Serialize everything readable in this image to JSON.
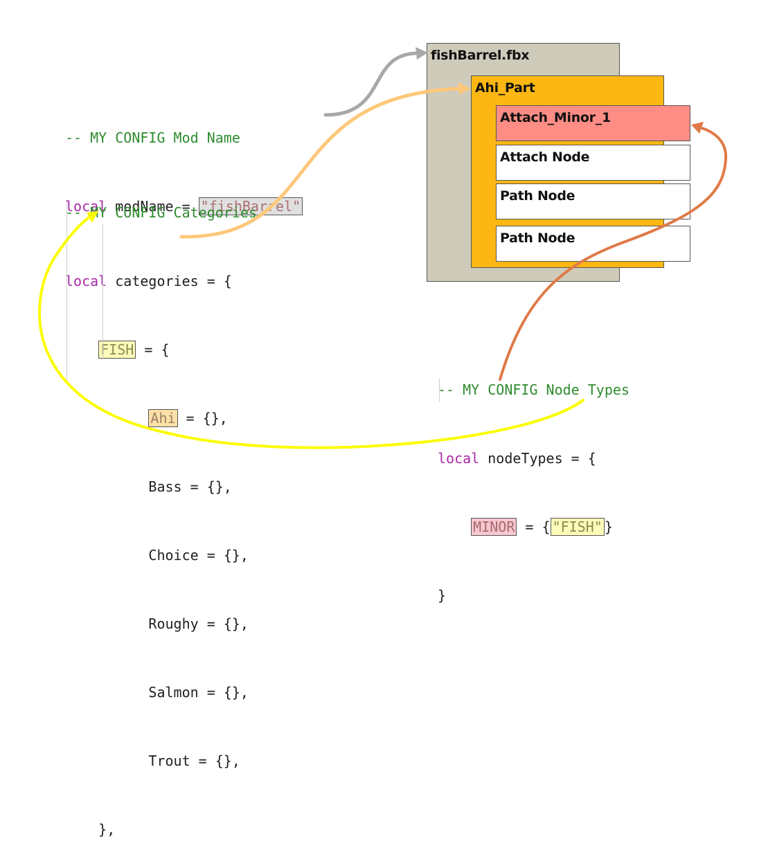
{
  "config_mod_name": {
    "comment": "-- MY CONFIG Mod Name",
    "keyword": "local",
    "rest": " modName = ",
    "value": "\"fishBarrel\""
  },
  "config_categories": {
    "comment": "-- MY CONFIG Categories",
    "keyword": "local",
    "rest": " categories = {",
    "fish_key": "FISH",
    "fish_rest": " = {",
    "ahi_key": "Ahi",
    "ahi_rest": " = {},",
    "items": [
      "Bass = {},",
      "Choice = {},",
      "Roughy = {},",
      "Salmon = {},",
      "Trout = {},"
    ],
    "close_inner": "},"
  },
  "config_node_types": {
    "comment": "-- MY CONFIG Node Types",
    "keyword": "local",
    "rest": " nodeTypes = {",
    "minor_key": "MINOR",
    "minor_mid": " = {",
    "minor_value": "\"FISH\"",
    "minor_end": "}",
    "close": "}"
  },
  "hierarchy": {
    "fbx": "fishBarrel.fbx",
    "part": "Ahi_Part",
    "nodes": [
      "Attach_Minor_1",
      "Attach Node",
      "Path Node",
      "Path Node"
    ]
  },
  "colors": {
    "gray_arrow": "#a8a8a8",
    "light_orange_arrow": "#fdc87a",
    "yellow_arrow": "#fcfc00",
    "dark_orange_arrow": "#e07a48",
    "fbx_fill": "#cfcbbb",
    "part_fill": "#fdb713",
    "attach_minor_fill": "#fd8d85"
  }
}
